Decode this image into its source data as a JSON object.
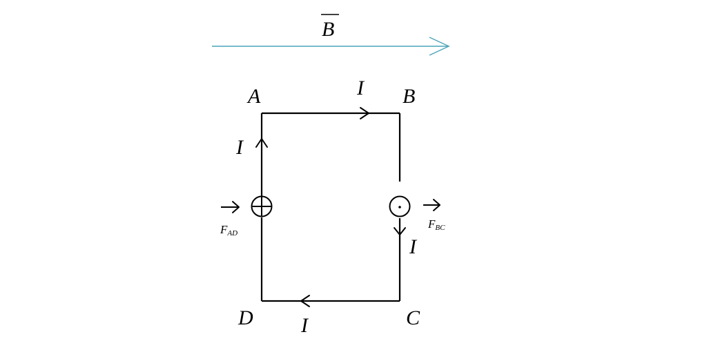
{
  "field": {
    "symbol": "B",
    "arrow_color": "#4aa3b8"
  },
  "vertices": {
    "a": "A",
    "b": "B",
    "c": "C",
    "d": "D"
  },
  "current": {
    "symbol": "I"
  },
  "forces": {
    "ad": {
      "main": "F",
      "sub": "AD"
    },
    "bc": {
      "main": "F",
      "sub": "BC"
    }
  },
  "wire_color": "#000000",
  "icons": {
    "into_page": "cross-in-circle-icon",
    "out_of_page": "dot-in-circle-icon"
  }
}
